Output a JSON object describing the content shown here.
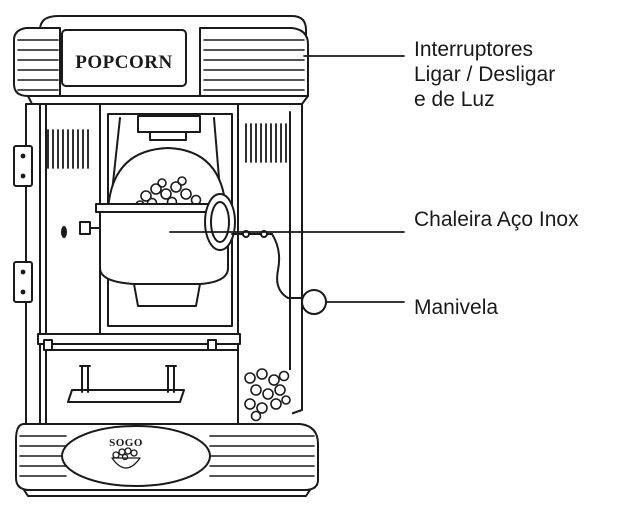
{
  "diagram": {
    "machine_sign": "POPCORN",
    "base_brand": "SOGO",
    "callouts": {
      "switches": {
        "lines": [
          "Interruptores",
          "Ligar / Desligar",
          "e de Luz"
        ]
      },
      "kettle": "Chaleira Aço Inox",
      "crank": "Manivela"
    }
  },
  "colors": {
    "ink": "#1a1a1a",
    "background": "#ffffff"
  }
}
